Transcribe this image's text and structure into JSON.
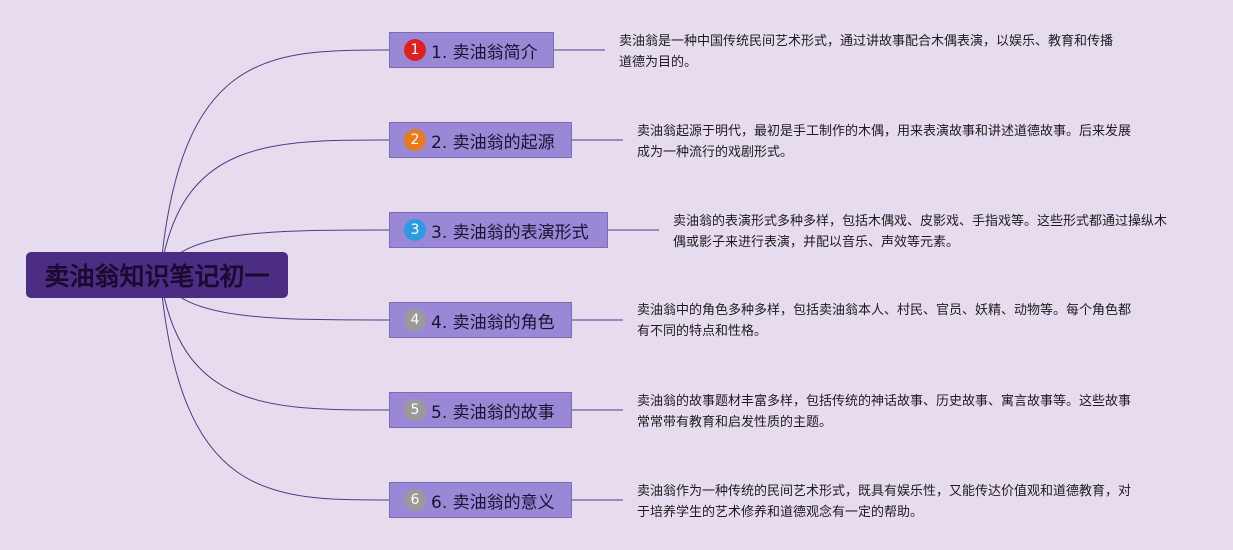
{
  "root": {
    "label": "卖油翁知识笔记初一"
  },
  "colors": {
    "background": "#e6dcee",
    "root_fill": "#4b2d84",
    "node_fill": "#9a88d6",
    "line": "#4a3c8a"
  },
  "branches": [
    {
      "badge": "1",
      "badge_color": "#e02020",
      "label": "1. 卖油翁简介",
      "desc": "卖油翁是一种中国传统民间艺术形式，通过讲故事配合木偶表演，以娱乐、教育和传播道德为目的。"
    },
    {
      "badge": "2",
      "badge_color": "#e87a1c",
      "label": "2. 卖油翁的起源",
      "desc": "卖油翁起源于明代，最初是手工制作的木偶，用来表演故事和讲述道德故事。后来发展成为一种流行的戏剧形式。"
    },
    {
      "badge": "3",
      "badge_color": "#2d9be4",
      "label": "3. 卖油翁的表演形式",
      "desc": "卖油翁的表演形式多种多样，包括木偶戏、皮影戏、手指戏等。这些形式都通过操纵木偶或影子来进行表演，并配以音乐、声效等元素。"
    },
    {
      "badge": "4",
      "badge_color": "#9a9a9a",
      "label": "4. 卖油翁的角色",
      "desc": "卖油翁中的角色多种多样，包括卖油翁本人、村民、官员、妖精、动物等。每个角色都有不同的特点和性格。"
    },
    {
      "badge": "5",
      "badge_color": "#9a9a9a",
      "label": "5. 卖油翁的故事",
      "desc": "卖油翁的故事题材丰富多样，包括传统的神话故事、历史故事、寓言故事等。这些故事常常带有教育和启发性质的主题。"
    },
    {
      "badge": "6",
      "badge_color": "#9a9a9a",
      "label": "6. 卖油翁的意义",
      "desc": "卖油翁作为一种传统的民间艺术形式，既具有娱乐性，又能传达价值观和道德教育，对于培养学生的艺术修养和道德观念有一定的帮助。"
    }
  ]
}
